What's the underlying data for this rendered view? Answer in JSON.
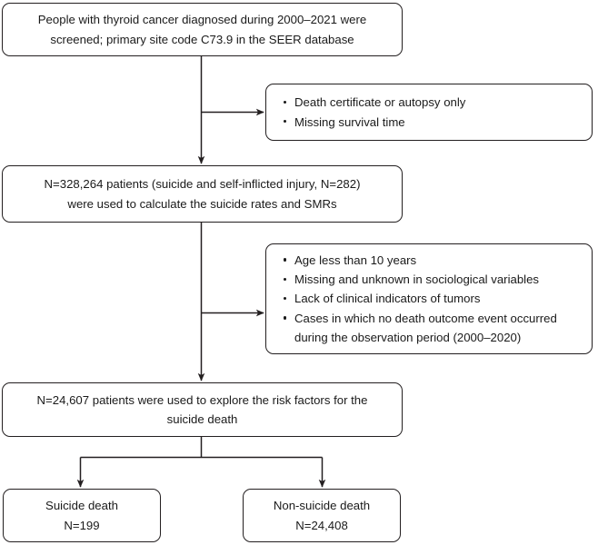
{
  "chart_data": {
    "type": "diagram",
    "title": "SEER thyroid cancer suicide study flow diagram",
    "orientation": "top-down",
    "nodes": [
      {
        "id": "screened",
        "kind": "process",
        "lines": [
          "People with thyroid cancer diagnosed during 2000–2021 were",
          "screened; primary site code C73.9 in the SEER database"
        ]
      },
      {
        "id": "excl-1",
        "kind": "exclusion",
        "items": [
          "Death certificate or autopsy only",
          "Missing survival time"
        ]
      },
      {
        "id": "cohort",
        "kind": "process",
        "lines": [
          "N=328,264 patients (suicide and self-inflicted injury, N=282)",
          "were used to calculate the suicide rates and SMRs"
        ]
      },
      {
        "id": "excl-2",
        "kind": "exclusion",
        "items": [
          "Age less than 10 years",
          "Missing and unknown in sociological variables",
          "Lack of clinical indicators of tumors",
          "Cases in which no death outcome event occurred"
        ],
        "items_continuation": "during the observation period (2000–2020)"
      },
      {
        "id": "riskset",
        "kind": "process",
        "lines": [
          "N=24,607 patients were used to explore the risk factors for the",
          "suicide death"
        ]
      },
      {
        "id": "suicide",
        "kind": "outcome",
        "lines": [
          "Suicide death",
          "N=199"
        ]
      },
      {
        "id": "non-suicide",
        "kind": "outcome",
        "lines": [
          "Non-suicide death",
          "N=24,408"
        ]
      }
    ],
    "edges": [
      {
        "from": "screened",
        "to": "cohort",
        "style": "arrow-down"
      },
      {
        "from": "screened-trunk",
        "to": "excl-1",
        "style": "arrow-right"
      },
      {
        "from": "cohort",
        "to": "riskset",
        "style": "arrow-down"
      },
      {
        "from": "cohort-trunk",
        "to": "excl-2",
        "style": "arrow-right"
      },
      {
        "from": "riskset",
        "to": "suicide",
        "style": "arrow-down-split"
      },
      {
        "from": "riskset",
        "to": "non-suicide",
        "style": "arrow-down-split"
      }
    ],
    "colors": {
      "stroke": "#231f20",
      "text": "#1a1a1a",
      "background": "#ffffff"
    }
  },
  "boxes": {
    "screened": {
      "line1": "People with thyroid cancer diagnosed during 2000–2021 were",
      "line2": "screened; primary site code C73.9 in the SEER database"
    },
    "exclusion_1": {
      "item1": "Death certificate or autopsy only",
      "item2": "Missing survival time"
    },
    "cohort": {
      "line1": "N=328,264 patients (suicide and self-inflicted injury, N=282)",
      "line2": "were used to calculate the suicide rates and SMRs"
    },
    "exclusion_2": {
      "item1": "Age less than 10 years",
      "item2": "Missing and unknown in sociological variables",
      "item3": "Lack of clinical indicators of tumors",
      "item4": "Cases in which no death outcome event occurred",
      "item4_line2": "during the observation period (2000–2020)"
    },
    "riskset": {
      "line1": "N=24,607 patients were used to explore the risk factors for the",
      "line2": "suicide death"
    },
    "suicide": {
      "line1": "Suicide death",
      "line2": "N=199"
    },
    "non_suicide": {
      "line1": "Non-suicide death",
      "line2": "N=24,408"
    }
  }
}
